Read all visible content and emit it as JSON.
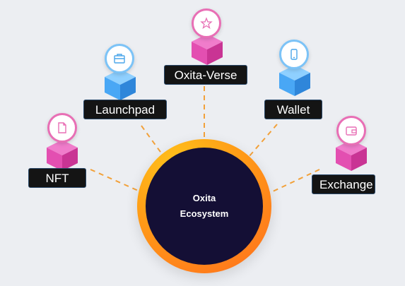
{
  "hub": {
    "line1": "Oxita",
    "line2": "Ecosystem"
  },
  "nodes": [
    {
      "id": "nft",
      "label": "NFT",
      "icon": "document-icon",
      "color": "pink"
    },
    {
      "id": "launchpad",
      "label": "Launchpad",
      "icon": "briefcase-icon",
      "color": "blue"
    },
    {
      "id": "oxita-verse",
      "label": "Oxita-Verse",
      "icon": "star-icon",
      "color": "pink"
    },
    {
      "id": "wallet",
      "label": "Wallet",
      "icon": "smartphone-icon",
      "color": "blue"
    },
    {
      "id": "exchange",
      "label": "Exchange",
      "icon": "wallet-icon",
      "color": "pink"
    }
  ],
  "colors": {
    "pink_top": "#f07ccb",
    "pink_left": "#e34fb1",
    "pink_right": "#c93494",
    "blue_top": "#8fd0ff",
    "blue_left": "#49a7f5",
    "blue_right": "#2f86da",
    "connector": "#f2a13a",
    "hub_inner": "#140f35"
  }
}
